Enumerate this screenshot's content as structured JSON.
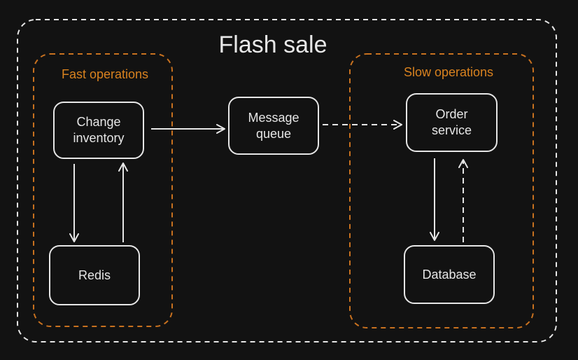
{
  "diagram": {
    "title": "Flash sale",
    "colors": {
      "background": "#121212",
      "outer_border": "#e6e6e6",
      "group_border": "#c8711f",
      "group_text": "#d9821f",
      "node_border": "#e6e6e6",
      "node_text": "#e6e6e6",
      "edge": "#e6e6e6"
    },
    "groups": [
      {
        "id": "fast",
        "label": "Fast operations"
      },
      {
        "id": "slow",
        "label": "Slow operations"
      }
    ],
    "nodes": [
      {
        "id": "change_inventory",
        "label": "Change\ninventory",
        "group": "fast"
      },
      {
        "id": "redis",
        "label": "Redis",
        "group": "fast"
      },
      {
        "id": "message_queue",
        "label": "Message\nqueue",
        "group": ""
      },
      {
        "id": "order_service",
        "label": "Order\nservice",
        "group": "slow"
      },
      {
        "id": "database",
        "label": "Database",
        "group": "slow"
      }
    ],
    "edges": [
      {
        "from": "change_inventory",
        "to": "redis",
        "style": "solid"
      },
      {
        "from": "redis",
        "to": "change_inventory",
        "style": "solid"
      },
      {
        "from": "change_inventory",
        "to": "message_queue",
        "style": "solid"
      },
      {
        "from": "message_queue",
        "to": "order_service",
        "style": "dashed"
      },
      {
        "from": "order_service",
        "to": "database",
        "style": "solid"
      },
      {
        "from": "database",
        "to": "order_service",
        "style": "dashed"
      }
    ]
  }
}
